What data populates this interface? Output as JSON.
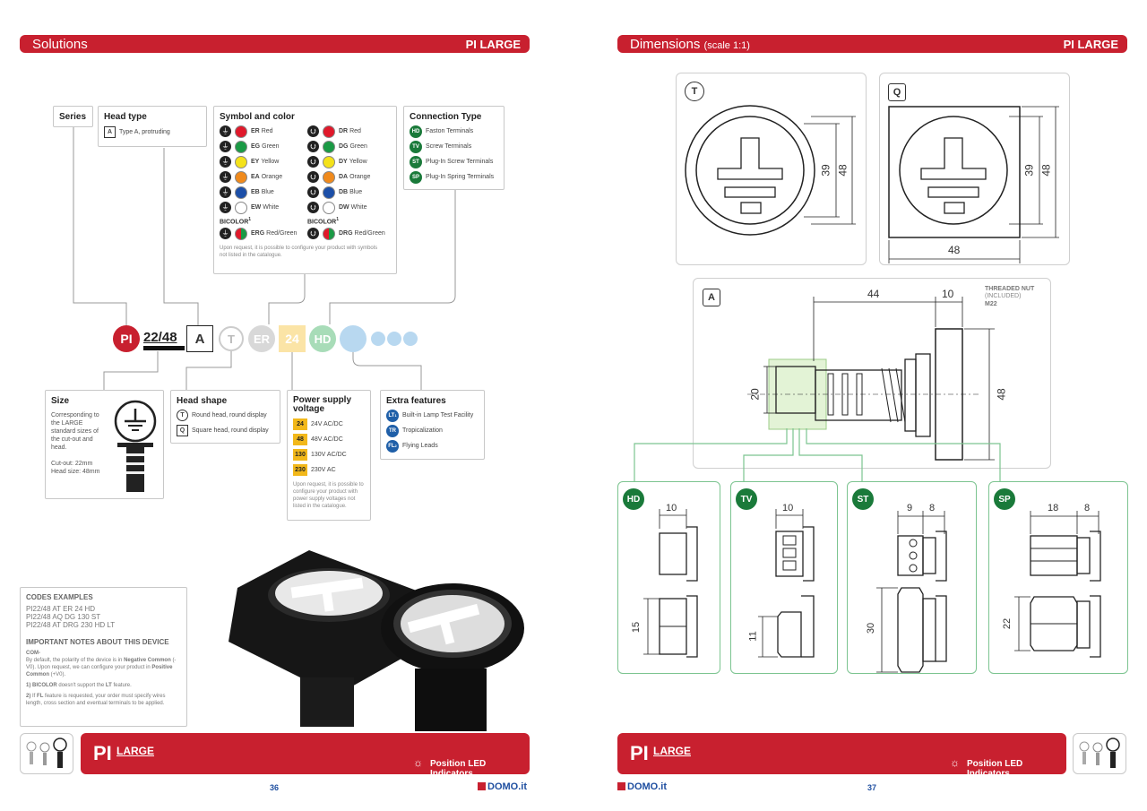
{
  "left": {
    "header": {
      "title": "Solutions",
      "right": "PI LARGE"
    },
    "series": {
      "title": "Series"
    },
    "head_type": {
      "title": "Head type",
      "items": [
        {
          "tag": "A",
          "label": "Type A, protruding"
        }
      ]
    },
    "symbol": {
      "title": "Symbol and color",
      "left_items": [
        {
          "code": "ER",
          "label": "Red",
          "color": "#e0192b"
        },
        {
          "code": "EG",
          "label": "Green",
          "color": "#1a9a45"
        },
        {
          "code": "EY",
          "label": "Yellow",
          "color": "#f4e21a"
        },
        {
          "code": "EA",
          "label": "Orange",
          "color": "#f08a1c"
        },
        {
          "code": "EB",
          "label": "Blue",
          "color": "#1c4fa8"
        },
        {
          "code": "EW",
          "label": "White",
          "color": "#ffffff"
        }
      ],
      "right_items": [
        {
          "code": "DR",
          "label": "Red",
          "color": "#e0192b"
        },
        {
          "code": "DG",
          "label": "Green",
          "color": "#1a9a45"
        },
        {
          "code": "DY",
          "label": "Yellow",
          "color": "#f4e21a"
        },
        {
          "code": "DA",
          "label": "Orange",
          "color": "#f08a1c"
        },
        {
          "code": "DB",
          "label": "Blue",
          "color": "#1c4fa8"
        },
        {
          "code": "DW",
          "label": "White",
          "color": "#ffffff"
        }
      ],
      "bicolor_label": "BICOLOR",
      "bicolor_sup": "1",
      "bicolor_left": {
        "code": "ERG",
        "label": "Red/Green"
      },
      "bicolor_right": {
        "code": "DRG",
        "label": "Red/Green"
      },
      "note": "Upon request, it is possible to configure your product with symbols not listed in the catalogue."
    },
    "connection": {
      "title": "Connection Type",
      "items": [
        {
          "tag": "HD",
          "label": "Faston Terminals"
        },
        {
          "tag": "TV",
          "label": "Screw Terminals"
        },
        {
          "tag": "ST",
          "label": "Plug-In Screw Terminals"
        },
        {
          "tag": "SP",
          "label": "Plug-In Spring Terminals"
        }
      ]
    },
    "code": {
      "pi": "PI",
      "size": "22/48",
      "head": "A",
      "shape": "T",
      "symbol": "ER",
      "volt": "24",
      "conn": "HD"
    },
    "size_box": {
      "title": "Size",
      "text": "Corresponding to the LARGE standard sizes of the cut-out and head.",
      "cutout": "Cut-out: 22mm",
      "head": "Head size: 48mm"
    },
    "head_shape": {
      "title": "Head shape",
      "items": [
        {
          "tag": "T",
          "label": "Round head, round display"
        },
        {
          "tag": "Q",
          "label": "Square head, round display"
        }
      ]
    },
    "power": {
      "title": "Power supply voltage",
      "items": [
        {
          "tag": "24",
          "label": "24V AC/DC"
        },
        {
          "tag": "48",
          "label": "48V AC/DC"
        },
        {
          "tag": "130",
          "label": "130V AC/DC"
        },
        {
          "tag": "230",
          "label": "230V AC"
        }
      ],
      "note": "Upon request, it is possible to configure your product with power supply voltages not listed in the catalogue."
    },
    "extra": {
      "title": "Extra features",
      "items": [
        {
          "tag": "LT",
          "sup": "1",
          "label": "Built-in Lamp Test Facility"
        },
        {
          "tag": "TR",
          "sup": "",
          "label": "Tropicalization"
        },
        {
          "tag": "FL",
          "sup": "2",
          "label": "Flying Leads"
        }
      ]
    },
    "codes_box": {
      "title": "CODES EXAMPLES",
      "codes": [
        "PI22/48 AT ER 24 HD",
        "PI22/48 AQ DG 130 ST",
        "PI22/48 AT DRG 230 HD LT"
      ],
      "notes_title": "IMPORTANT NOTES ABOUT THIS DEVICE",
      "com": "COM-",
      "com_text_1": "By default, the polarity of the device is in",
      "com_bold_1": "Negative Common",
      "com_text_2": "(-V0). Upon request, we can configure your product in",
      "com_bold_2": "Positive Common",
      "com_text_3": "(+V0).",
      "n1_num": "1)",
      "n1_bold": "BICOLOR",
      "n1_text": "doesn't support the",
      "n1_bold2": "LT",
      "n1_text2": "feature.",
      "n2_num": "2)",
      "n2_text": "If",
      "n2_bold": "FL",
      "n2_text2": "feature is requested, your order must specify wires length, cross section and eventual terminals to be applied."
    },
    "footer": {
      "pi": "PI",
      "large": "LARGE",
      "tagline": "Position LED Indicators",
      "page": "36",
      "brand": "DOMO.it"
    }
  },
  "right": {
    "header": {
      "title": "Dimensions",
      "subtitle": "(scale 1:1)",
      "right": "PI LARGE"
    },
    "t_box": {
      "tag": "T",
      "dim_a": "39",
      "dim_b": "48"
    },
    "q_box": {
      "tag": "Q",
      "dim_a": "39",
      "dim_b": "48",
      "dim_w": "48"
    },
    "a_box": {
      "tag": "A",
      "dim_44": "44",
      "dim_10": "10",
      "dim_20": "20",
      "dim_48": "48",
      "nut_title": "THREADED NUT",
      "nut_incl": "(INCLUDED)",
      "nut_size": "M22"
    },
    "hd": {
      "tag": "HD",
      "w": "10",
      "h": "15"
    },
    "tv": {
      "tag": "TV",
      "w": "10",
      "h": "11"
    },
    "st": {
      "tag": "ST",
      "w1": "9",
      "w2": "8",
      "h": "30"
    },
    "sp": {
      "tag": "SP",
      "w1": "18",
      "w2": "8",
      "h": "22"
    },
    "footer": {
      "pi": "PI",
      "large": "LARGE",
      "tagline": "Position LED Indicators",
      "page": "37",
      "brand": "DOMO.it"
    }
  },
  "colors": {
    "brand_red": "#c8202f",
    "conn_green": "#1a7a3a",
    "feature_blue": "#1f5fa8",
    "volt_yellow": "#f2b81a"
  }
}
